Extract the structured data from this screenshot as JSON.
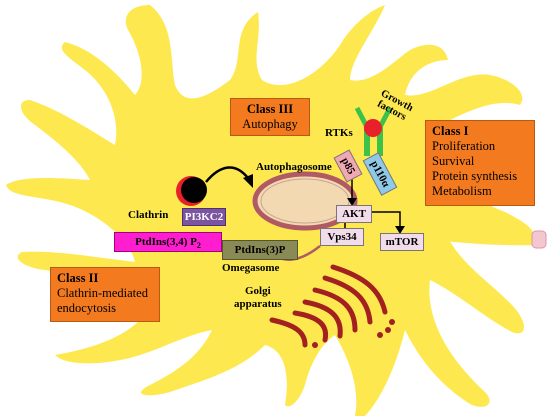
{
  "colors": {
    "cell": "#fde94f",
    "class_box": "#f47a20",
    "pi3kc2": "#7b55a0",
    "ptdins34": "#ff1ecf",
    "ptdins3p": "#8a8a57",
    "protein_box": "#f2dcea",
    "p110": "#8fc9e8",
    "receptor": "#3cc24a",
    "ligand": "#e8202a",
    "golgi": "#a32020"
  },
  "class_i": {
    "title": "Class I",
    "items": [
      "Proliferation",
      "Survival",
      "Protein synthesis",
      "Metabolism"
    ]
  },
  "class_ii": {
    "title": "Class II",
    "items": [
      "Clathrin-mediated",
      "endocytosis"
    ]
  },
  "class_iii": {
    "title": "Class III",
    "items": [
      "Autophagy"
    ]
  },
  "labels": {
    "growth_factors_1": "Growth",
    "growth_factors_2": "factors",
    "rtks": "RTKs",
    "autophagosome": "Autophagosome",
    "clathrin": "Clathrin",
    "omegasome": "Omegasome",
    "golgi_1": "Golgi",
    "golgi_2": "apparatus"
  },
  "proteins": {
    "p85": "p85",
    "p110a": "p110α",
    "akt": "AKT",
    "mtor": "mTOR",
    "vps34": "Vps34",
    "pi3kc2": "PI3KC2",
    "ptdins34_main": "PtdIns(3,4) P",
    "ptdins34_sub": "2",
    "ptdins3p": "PtdIns(3)P"
  }
}
